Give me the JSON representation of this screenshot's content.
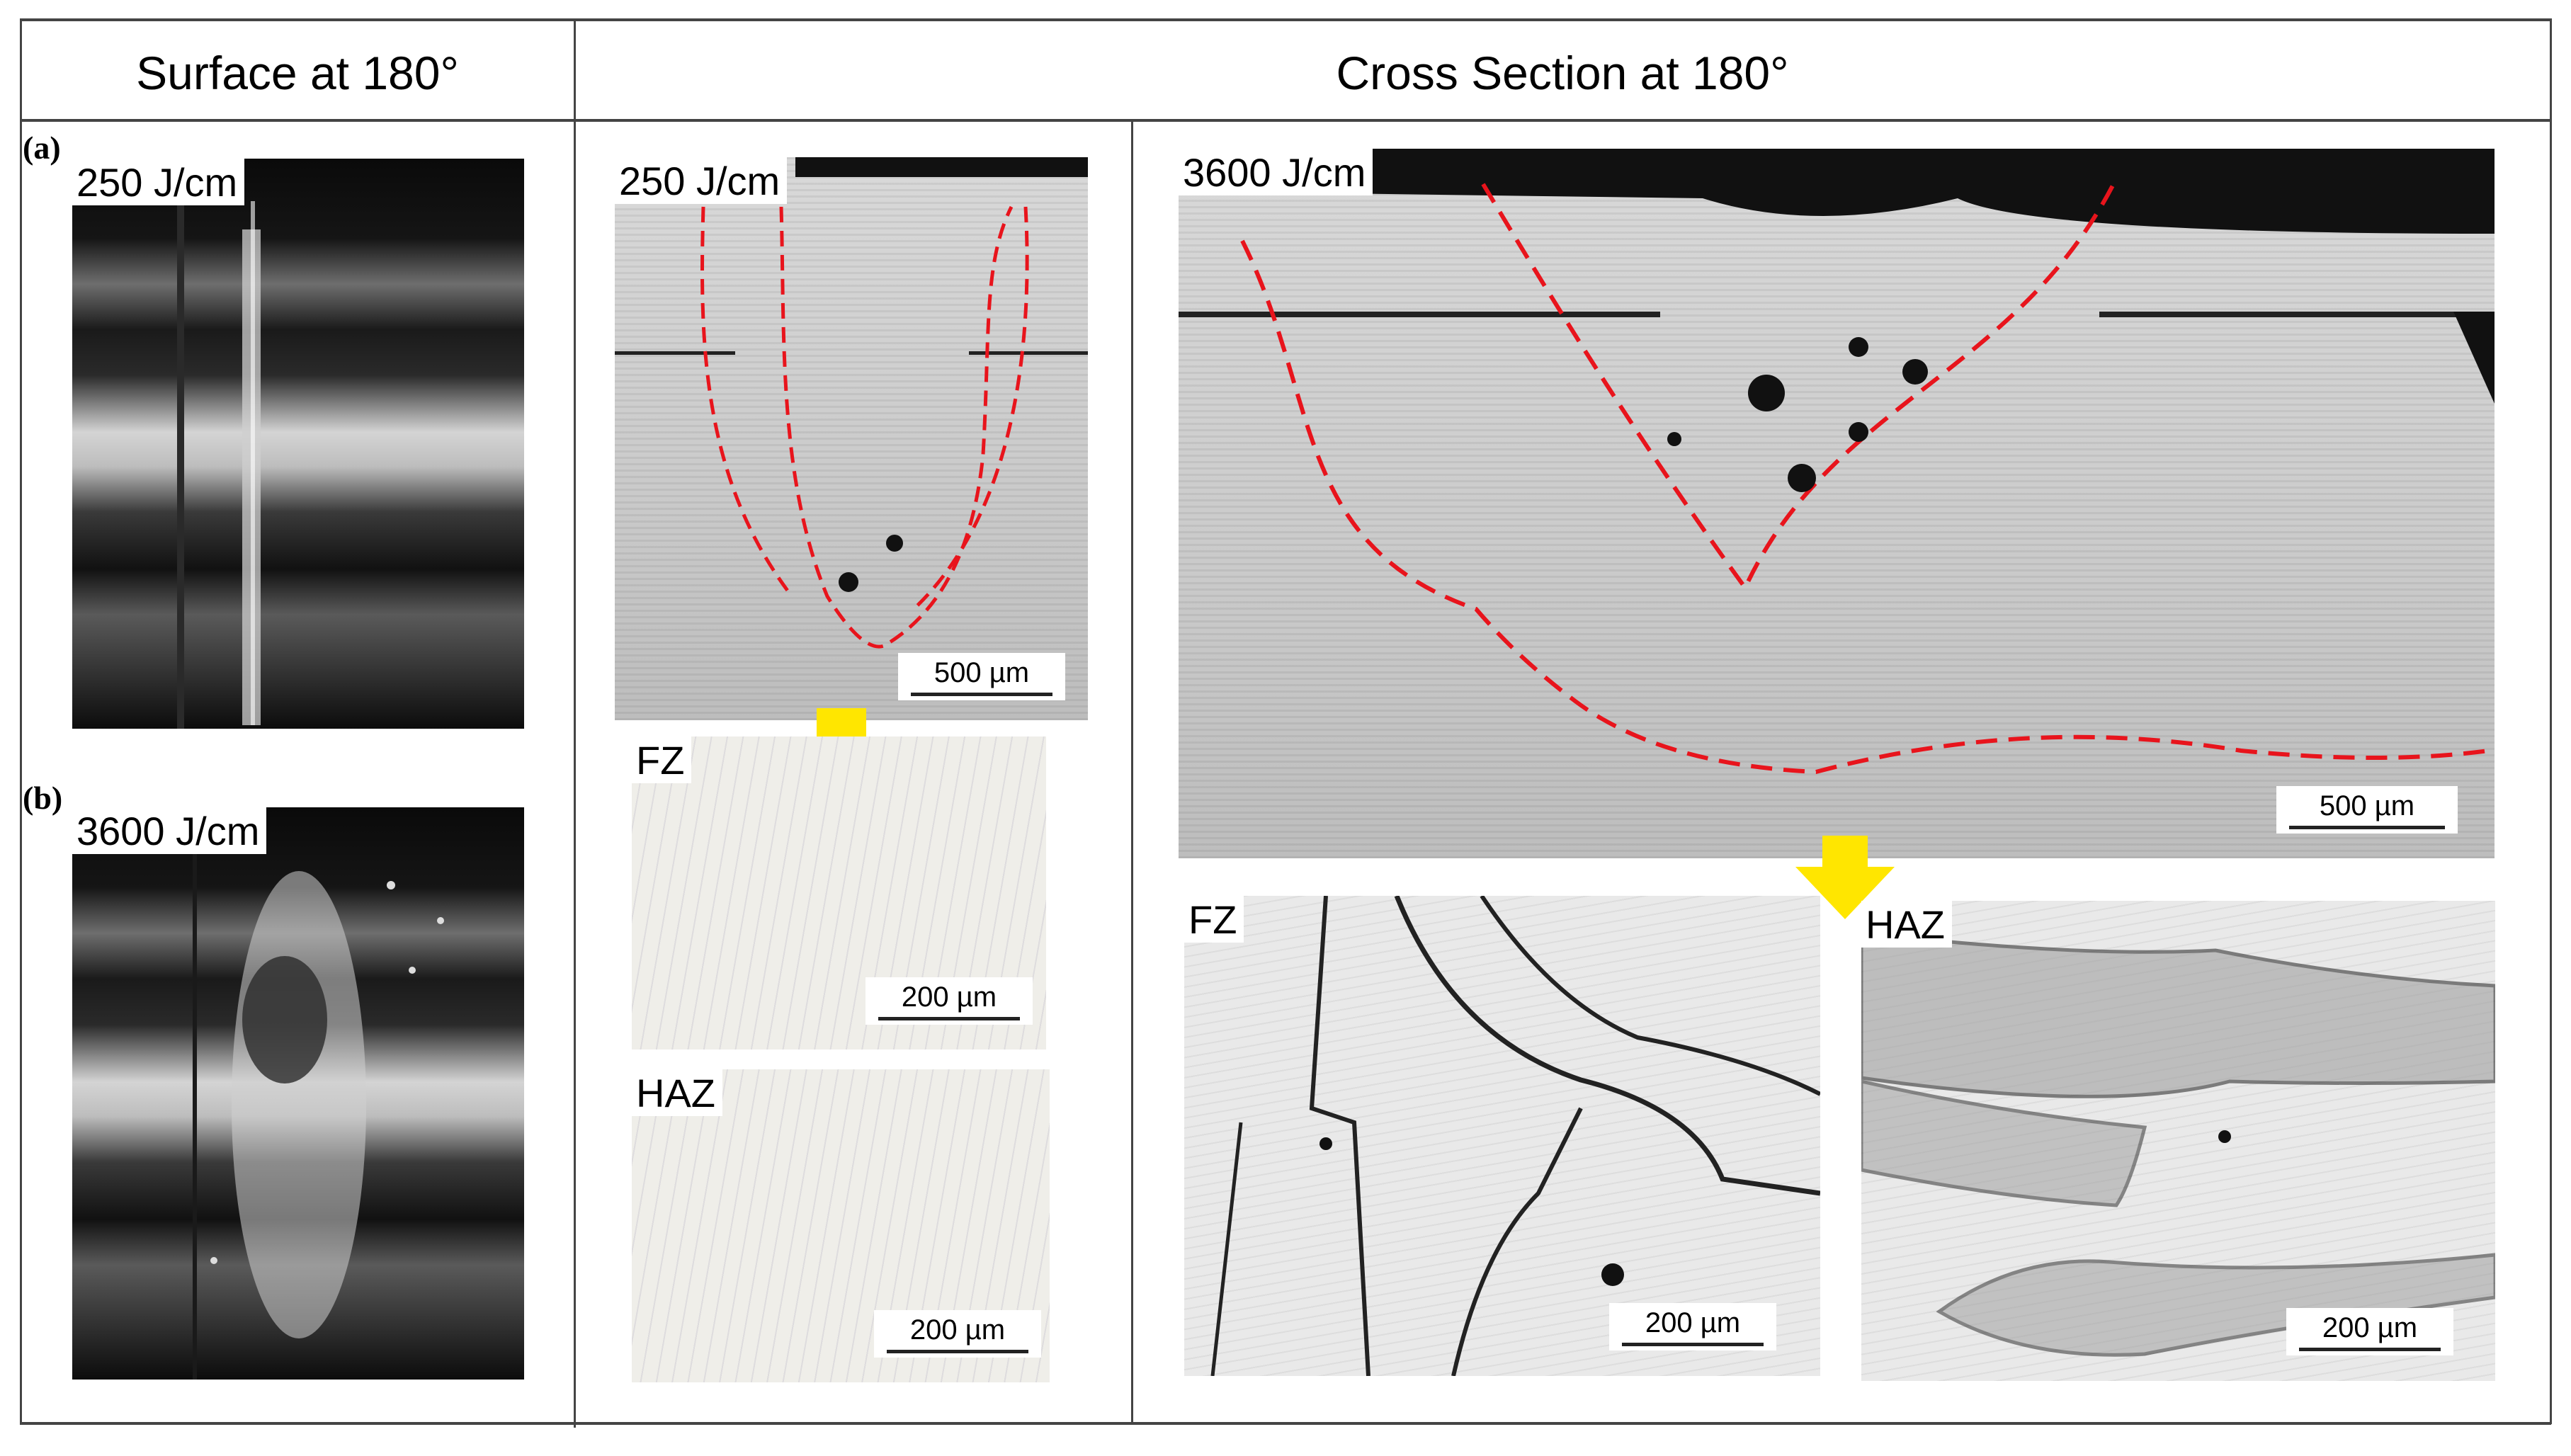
{
  "table": {
    "headers": {
      "surface": "Surface at 180°",
      "cross_section": "Cross Section at 180°"
    }
  },
  "rows": {
    "a": {
      "tag": "(a)",
      "surface_label": "250 J/cm",
      "section_label": "250 J/cm",
      "section_scale": "500 µm"
    },
    "b": {
      "tag": "(b)",
      "surface_label": "3600 J/cm"
    }
  },
  "low_heat": {
    "fz": {
      "label": "FZ",
      "scale": "200 µm"
    },
    "haz": {
      "label": "HAZ",
      "scale": "200 µm"
    }
  },
  "high_heat": {
    "section_label": "3600 J/cm",
    "section_scale": "500 µm",
    "fz": {
      "label": "FZ",
      "scale": "200 µm"
    },
    "haz": {
      "label": "HAZ",
      "scale": "200 µm"
    }
  },
  "colors": {
    "boundary_dash": "#e8141c",
    "arrow": "#ffe600",
    "rule": "#444444"
  }
}
